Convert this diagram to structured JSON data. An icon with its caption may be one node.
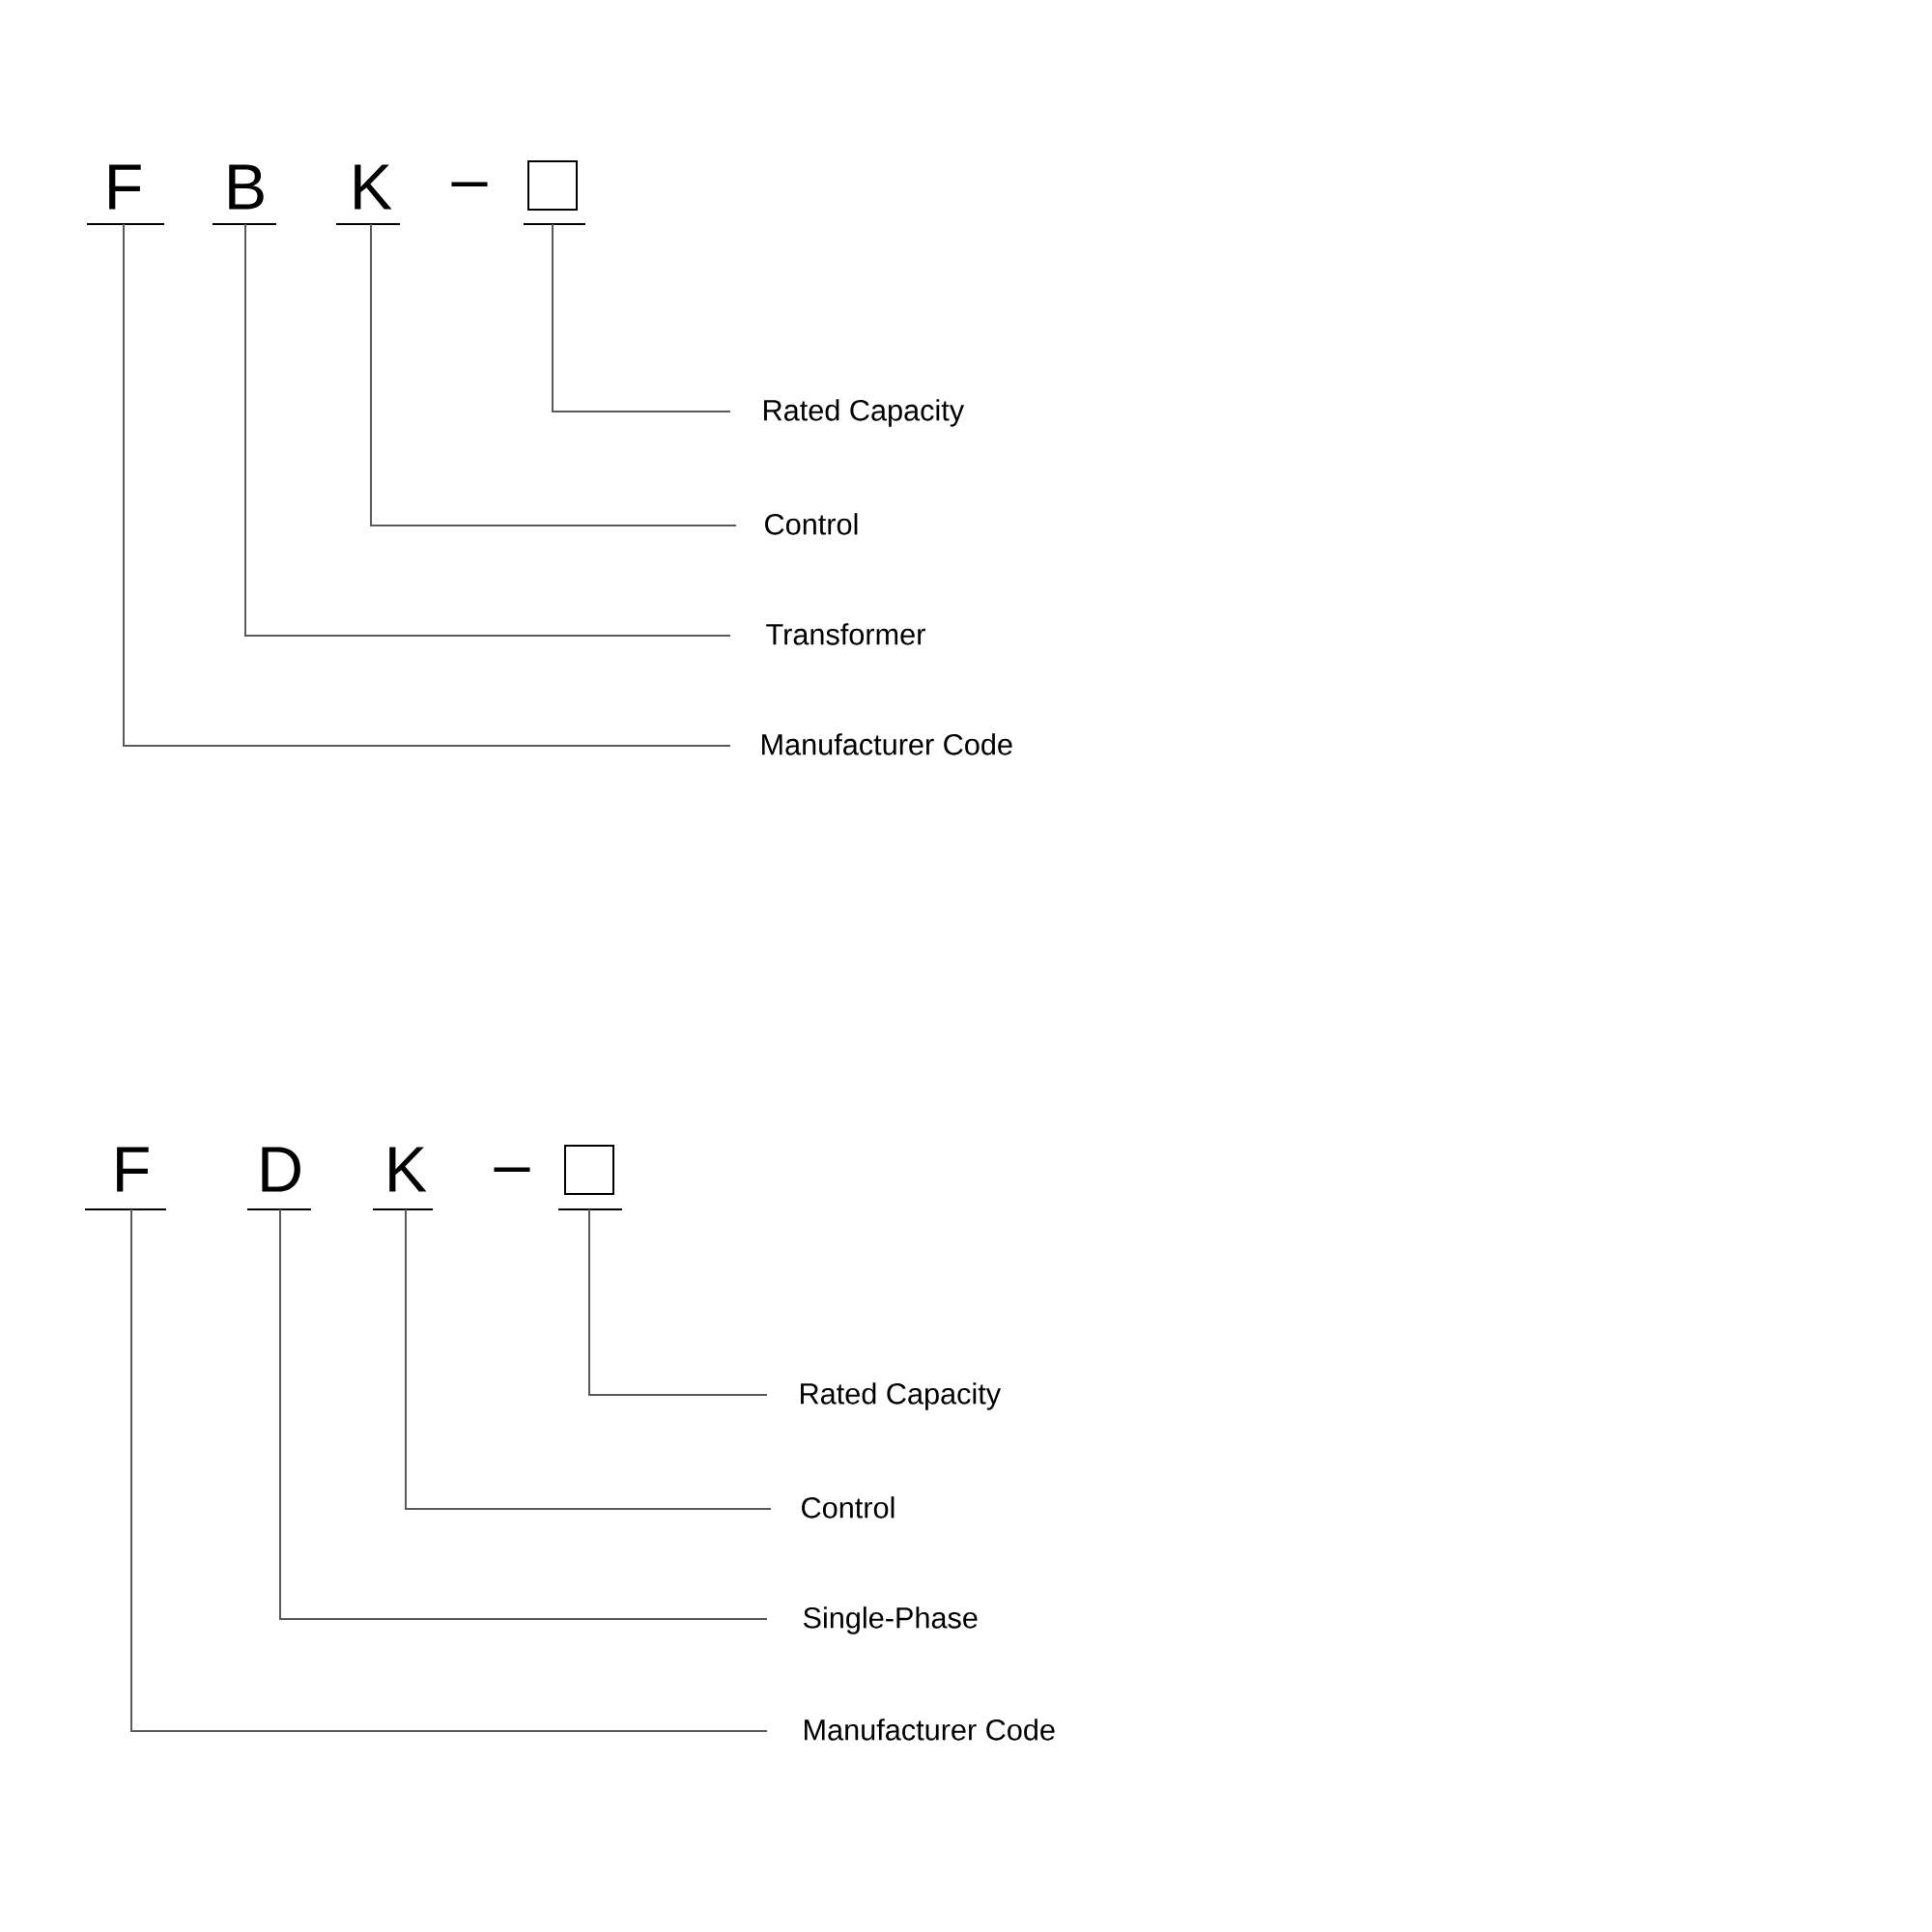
{
  "diagram": {
    "nodes": [
      {
        "text": [
          "F"
        ]
      },
      {
        "text": [
          "B"
        ]
      },
      {
        "text": [
          "K"
        ]
      },
      {
        "text": [],
        "shape": "box"
      },
      {
        "text": [
          "Rated Capacity"
        ]
      },
      {
        "text": [
          "Control"
        ]
      },
      {
        "text": [
          "Transformer"
        ]
      },
      {
        "text": [
          "Manufacturer Code"
        ]
      },
      {
        "text": [
          "F"
        ]
      },
      {
        "text": [
          "D"
        ]
      },
      {
        "text": [
          "K"
        ]
      },
      {
        "text": [],
        "shape": "box"
      },
      {
        "text": [
          "Rated Capacity"
        ]
      },
      {
        "text": [
          "Control"
        ]
      },
      {
        "text": [
          "Single-Phase"
        ]
      },
      {
        "text": [
          "Manufacturer Code"
        ]
      }
    ],
    "edges": [
      {
        "from": 3,
        "to": 4,
        "arrow": "none"
      },
      {
        "from": 2,
        "to": 5,
        "arrow": "none"
      },
      {
        "from": 1,
        "to": 6,
        "arrow": "none"
      },
      {
        "from": 0,
        "to": 7,
        "arrow": "none"
      },
      {
        "from": 11,
        "to": 12,
        "arrow": "none"
      },
      {
        "from": 10,
        "to": 13,
        "arrow": "none"
      },
      {
        "from": 9,
        "to": 14,
        "arrow": "none"
      },
      {
        "from": 8,
        "to": 15,
        "arrow": "none"
      }
    ],
    "labels": [
      "–",
      "–"
    ]
  }
}
